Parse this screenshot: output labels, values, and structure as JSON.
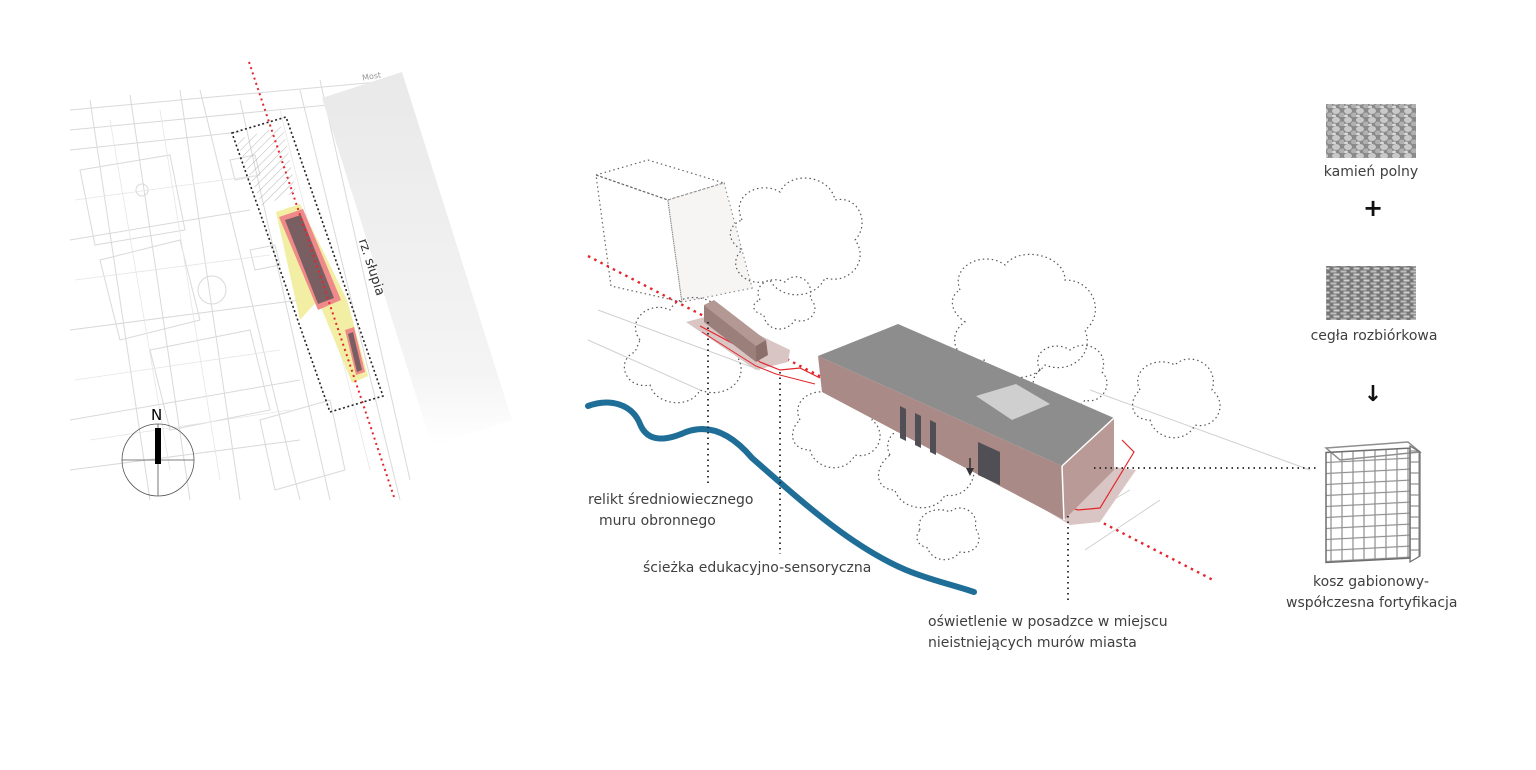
{
  "site_plan": {
    "north_label": "N",
    "river_label": "rz. słupia",
    "street_label": "Most"
  },
  "annotations": {
    "relic_line1": "relikt średniowiecznego",
    "relic_line2": "muru obronnego",
    "path": "ścieżka edukacyjno-sensoryczna",
    "lighting_line1": "oświetlenie w posadzce w miejscu",
    "lighting_line2": "nieistniejących murów miasta",
    "gabion_line1": "kosz gabionowy-",
    "gabion_line2": "współczesna fortyfikacja"
  },
  "materials": {
    "stone": "kamień polny",
    "plus_symbol": "+",
    "brick": "cegła rozbiórkowa",
    "arrow_symbol": "↓"
  },
  "colors": {
    "wall_dotted": "#e3262b",
    "river": "#1f6e97",
    "building_roof": "#8d8d8d",
    "building_wall": "#a98a86",
    "plot_highlight": "#f1ec9a"
  }
}
